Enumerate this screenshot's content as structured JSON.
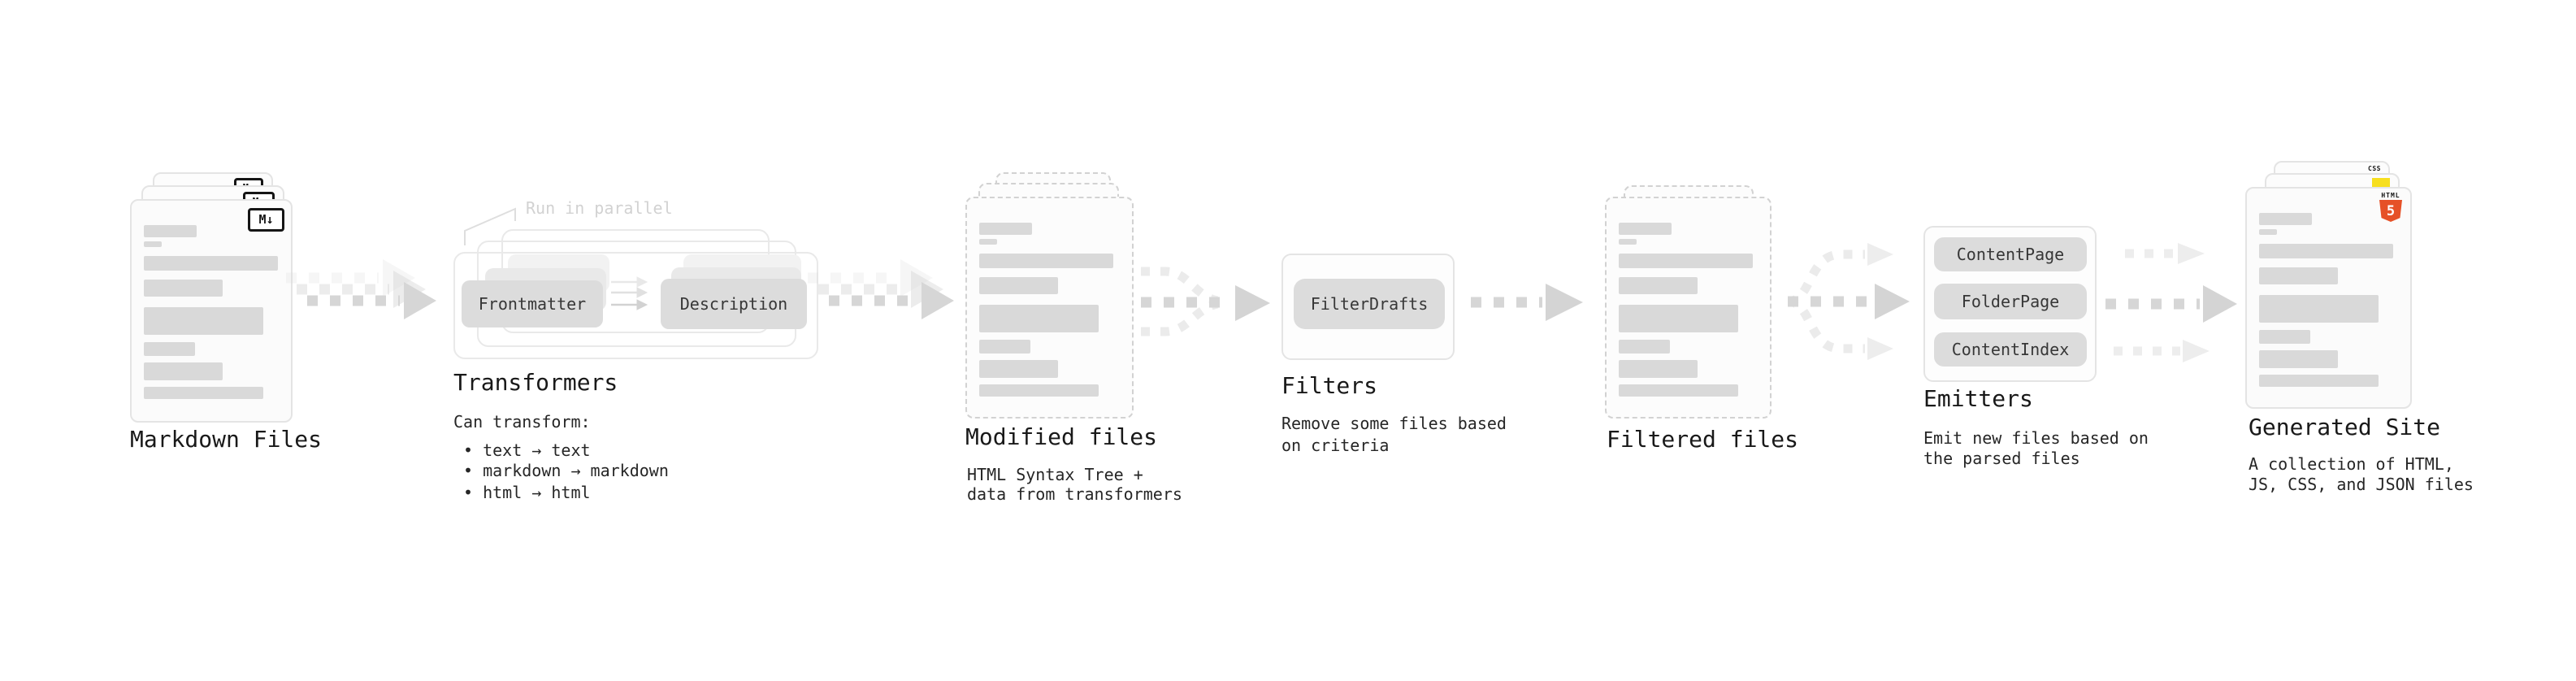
{
  "stages": {
    "markdown": {
      "title": "Markdown Files",
      "icon_label": "M↓"
    },
    "transformers": {
      "annotation": "Run in parallel",
      "box_frontmatter": "Frontmatter",
      "box_description": "Description",
      "title": "Transformers",
      "desc": "Can transform:",
      "bullets": [
        "• text → text",
        "• markdown → markdown",
        "• html → html"
      ]
    },
    "modified": {
      "title": "Modified files",
      "desc_line1": "HTML Syntax Tree +",
      "desc_line2": "data from transformers"
    },
    "filters": {
      "box": "FilterDrafts",
      "title": "Filters",
      "desc_line1": "Remove some files based",
      "desc_line2": "on criteria"
    },
    "filtered": {
      "title": "Filtered files"
    },
    "emitters": {
      "boxes": [
        "ContentPage",
        "FolderPage",
        "ContentIndex"
      ],
      "title": "Emitters",
      "desc_line1": "Emit new files based on",
      "desc_line2": "the parsed files"
    },
    "generated": {
      "title": "Generated Site",
      "desc_line1": "A collection of HTML,",
      "desc_line2": "JS, CSS, and JSON files",
      "badges": {
        "html5_word": "HTML",
        "html5_number": "5",
        "css_label": "CSS"
      }
    }
  },
  "colors": {
    "html5_orange": "#e65127",
    "js_yellow": "#f7df1e",
    "css_blue": "#3468e0",
    "arrow_gray": "#d6d6d6",
    "arrow_light_gray": "#ebebeb",
    "box_gray": "#dcdcdc",
    "bar_gray": "#d9d9d9"
  }
}
